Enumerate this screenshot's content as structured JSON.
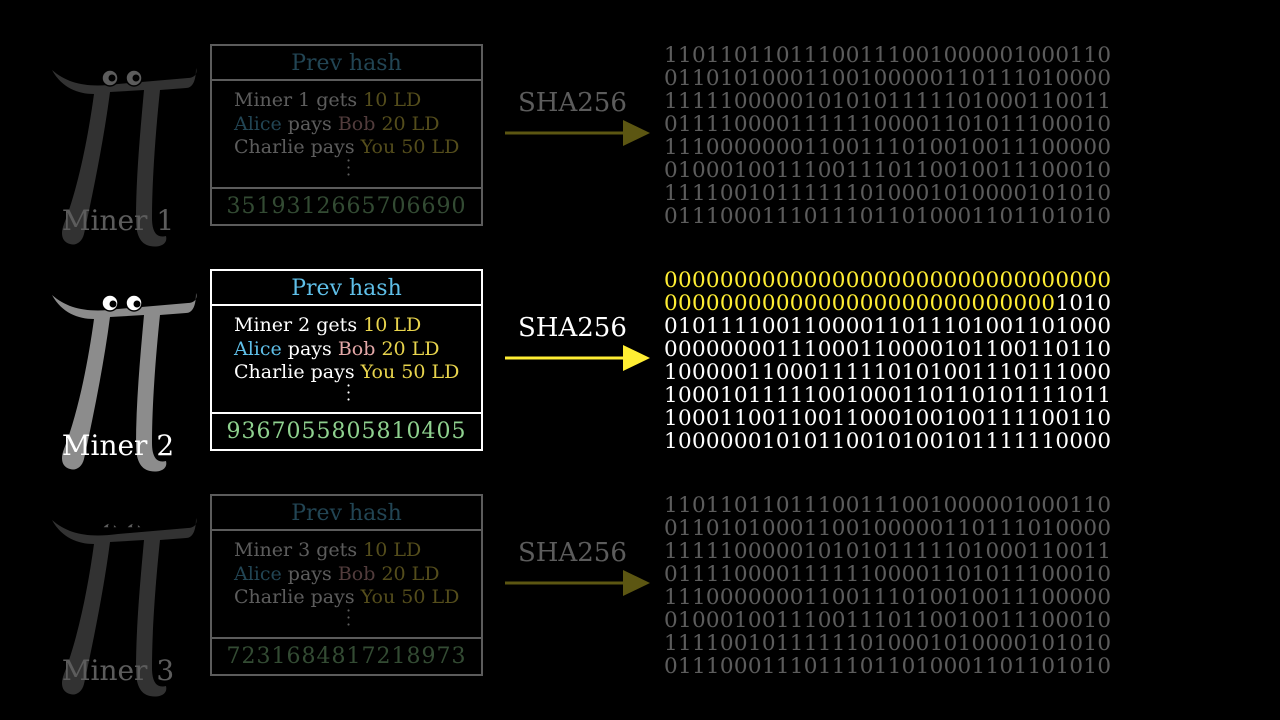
{
  "colors": {
    "background": "#000000",
    "highlight": "#ffee33",
    "prev_hash": "#5fbfe8",
    "nonce": "#8fd18f",
    "arrow": "#ffee33"
  },
  "rows": [
    {
      "miner": "Miner 1",
      "prev_hash": "Prev hash",
      "transactions": [
        {
          "a": "Miner 1",
          "verb": " gets ",
          "amount": "10 LD"
        },
        {
          "a": "Alice",
          "verb": " pays ",
          "b": "Bob",
          "amount": "20 LD"
        },
        {
          "a": "Charlie",
          "verb": " pays ",
          "b": "You",
          "amount": "50 LD"
        }
      ],
      "nonce": "3519312665706690",
      "hash_label": "SHA256",
      "hash_bits": [
        "11011011011100111001000001000110",
        "01101010001100100000110111010000",
        "11111000001010101111101000110011",
        "01111000011111100001101011100010",
        "11100000001100111010010011100000",
        "01000100111001110110010011100010",
        "11110010111111010001010000101010",
        "01110001110111011010001101101010"
      ],
      "leading_zeros": 0,
      "state": "inactive"
    },
    {
      "miner": "Miner 2",
      "prev_hash": "Prev hash",
      "transactions": [
        {
          "a": "Miner 2",
          "verb": " gets ",
          "amount": "10 LD"
        },
        {
          "a": "Alice",
          "verb": " pays ",
          "b": "Bob",
          "amount": "20 LD"
        },
        {
          "a": "Charlie",
          "verb": " pays ",
          "b": "You",
          "amount": "50 LD"
        }
      ],
      "nonce": "9367055805810405",
      "hash_label": "SHA256",
      "hash_bits": [
        "00000000000000000000000000000000",
        "00000000000000000000000000001010",
        "01011110011000011011101001101000",
        "00000000111000110000101100110110",
        "10000011000111110101001110111000",
        "10001011111001000110110101111011",
        "10001100110011000100100111100110",
        "10000001010110010100101111110000"
      ],
      "leading_zeros": 60,
      "state": "active"
    },
    {
      "miner": "Miner 3",
      "prev_hash": "Prev hash",
      "transactions": [
        {
          "a": "Miner 3",
          "verb": " gets ",
          "amount": "10 LD"
        },
        {
          "a": "Alice",
          "verb": " pays ",
          "b": "Bob",
          "amount": "20 LD"
        },
        {
          "a": "Charlie",
          "verb": " pays ",
          "b": "You",
          "amount": "50 LD"
        }
      ],
      "nonce": "7231684817218973",
      "hash_label": "SHA256",
      "hash_bits": [
        "11011011011100111001000001000110",
        "01101010001100100000110111010000",
        "11111000001010101111101000110011",
        "01111000011111100001101011100010",
        "11100000001100111010010011100000",
        "01000100111001110110010011100010",
        "11110010111111010001010000101010",
        "01110001110111011010001101101010"
      ],
      "leading_zeros": 0,
      "state": "inactive"
    }
  ]
}
